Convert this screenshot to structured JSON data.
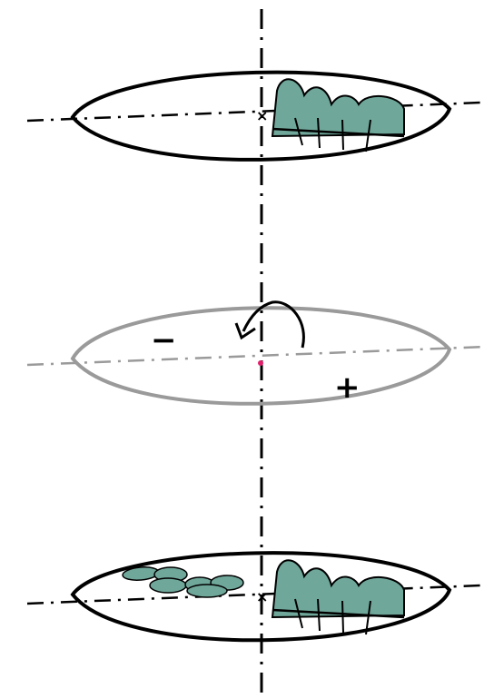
{
  "colors": {
    "ink": "#000000",
    "fill": "#6fa79a",
    "muted": "#9a9a9a",
    "center_dot": "#e0206a"
  },
  "panels": [
    {
      "id": "top",
      "description_icon": "lens-with-partial-fill-icon"
    },
    {
      "id": "middle",
      "description_icon": "rotation-arrow-icon",
      "minus_label": "−",
      "plus_label": "+"
    },
    {
      "id": "bottom",
      "description_icon": "lens-with-split-fill-icon"
    }
  ]
}
